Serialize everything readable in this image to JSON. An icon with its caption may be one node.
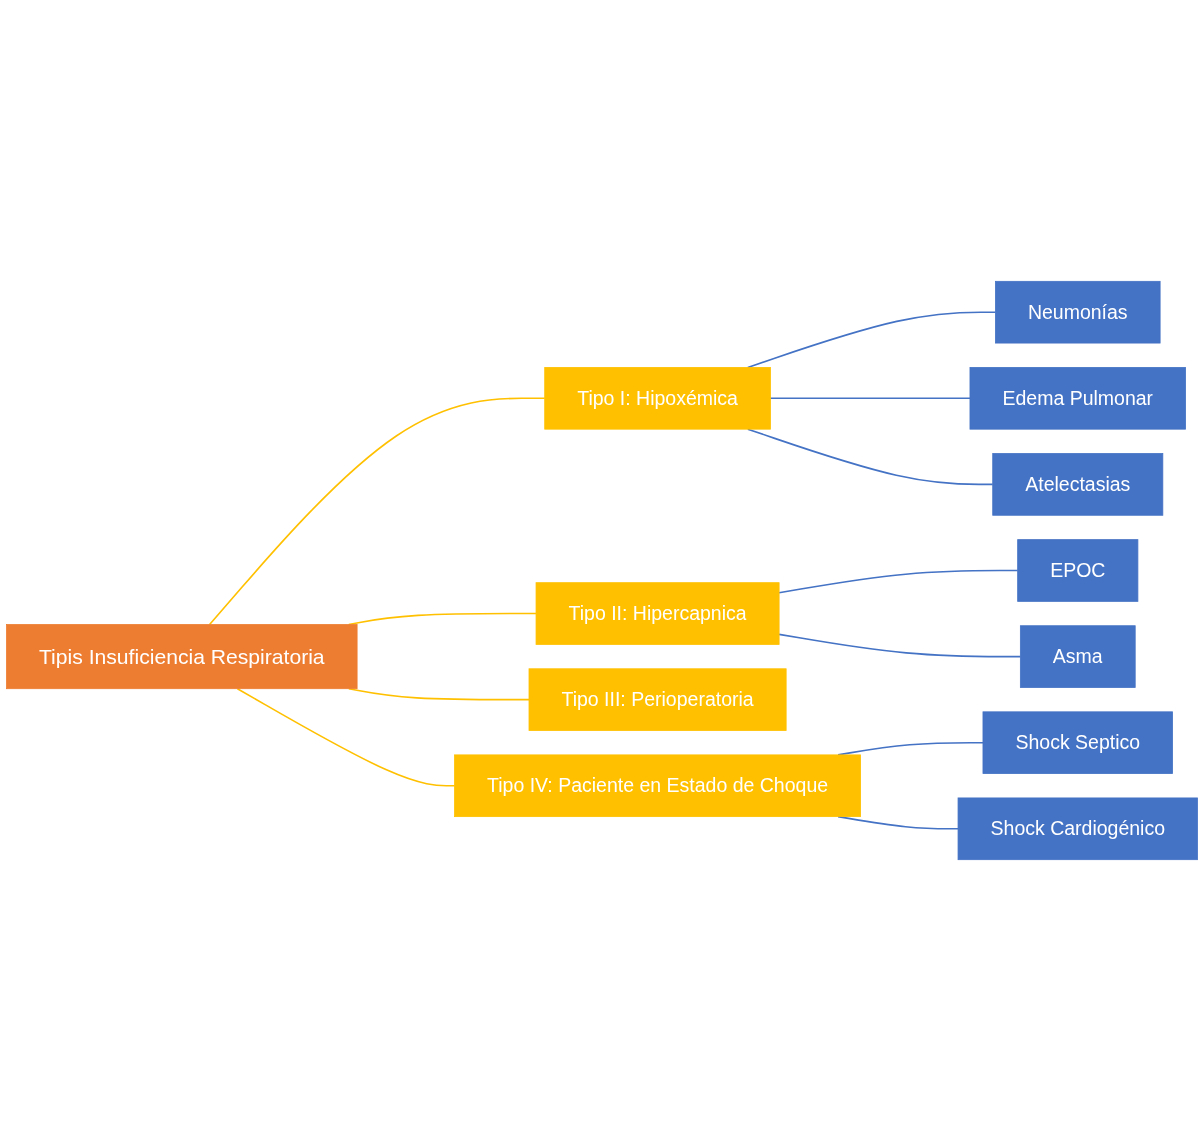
{
  "diagram": {
    "nodes": [
      {
        "text": [
          "Tipis Insuficiencia Respiratoria"
        ]
      },
      {
        "text": [
          "Tipo I: Hipoxémica"
        ]
      },
      {
        "text": [
          "Neumonías"
        ]
      },
      {
        "text": [
          "Edema Pulmonar"
        ]
      },
      {
        "text": [
          "Atelectasias"
        ]
      },
      {
        "text": [
          "Tipo II: Hipercapnica"
        ]
      },
      {
        "text": [
          "EPOC"
        ]
      },
      {
        "text": [
          "Asma"
        ]
      },
      {
        "text": [
          "Tipo III: Perioperatoria"
        ]
      },
      {
        "text": [
          "Tipo IV: Paciente en Estado de Choque"
        ]
      },
      {
        "text": [
          "Shock Septico"
        ]
      },
      {
        "text": [
          "Shock Cardiogénico"
        ]
      }
    ],
    "edges": [
      {
        "from": 0,
        "to": 1,
        "arrow": "none",
        "color": "#ffc000"
      },
      {
        "from": 0,
        "to": 5,
        "arrow": "none",
        "color": "#ffc000"
      },
      {
        "from": 0,
        "to": 8,
        "arrow": "none",
        "color": "#ffc000"
      },
      {
        "from": 0,
        "to": 9,
        "arrow": "none",
        "color": "#ffc000"
      },
      {
        "from": 1,
        "to": 2,
        "arrow": "none"
      },
      {
        "from": 1,
        "to": 3,
        "arrow": "none"
      },
      {
        "from": 1,
        "to": 4,
        "arrow": "none"
      },
      {
        "from": 5,
        "to": 6,
        "arrow": "none"
      },
      {
        "from": 5,
        "to": 7,
        "arrow": "none"
      },
      {
        "from": 9,
        "to": 10,
        "arrow": "none"
      },
      {
        "from": 9,
        "to": 11,
        "arrow": "none"
      }
    ]
  }
}
